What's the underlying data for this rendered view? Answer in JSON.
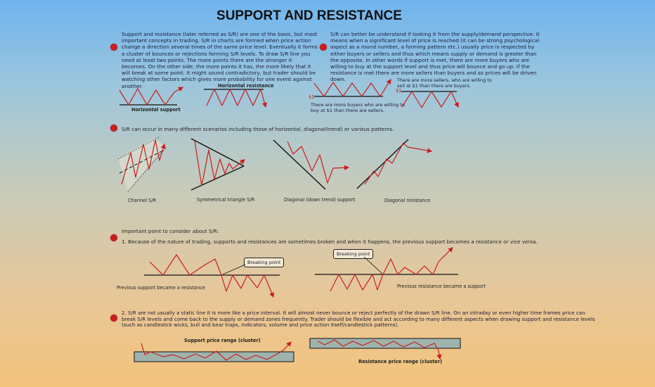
{
  "title": "SUPPORT AND RESISTANCE",
  "intro_left": "Support and resistance (later referred as S/R) are one of the basic, but most important concepts in trading. S/R in charts are formed when price action change a direction several times of the same price level. Eventually it forms a cluster of bounces or rejections forming S/R levels. To draw S/R line you need at least two points. The more points there are the stronger it becomes. On the other side, the more points it has, the more likely that it will break at some point. It might sound contradictory, but trader should be watching other factors which gives more probability for one event against another.",
  "intro_right": "S/R can better be understand if looking it from the supply/demand perspective. It means when a significant level of price is reached (it can be strong psychological aspect as a round number, a forming pattern etc.) usually price is respected by either buyers or sellers and thus which means supply or demand is greater than the opposite. In other words if support is met, there are more buyers who are willing to buy at the support level and thus price will bounce and go up. If the resistance is met there are more sellers than buyers and so prices will be driven down.",
  "labels": {
    "horizontal_support": "Horizontal support",
    "horizontal_resistance": "Horizontal resistance",
    "dollar1a": "$1",
    "dollar1b": "$1",
    "buyers_note": "There are more buyers who are willing to buy at $1 than there are sellers.",
    "sellers_note": "There are more sellers, who are willing to sell at $1 than there are buyers.",
    "scenarios": "S/R can occur in many different scenarios including those of horizontal, diagonal(trend) or various patterns.",
    "channel": "Channel S/R",
    "triangle": "Symmetrical triangle S/R",
    "diag_support": "Diagonal (down trend) support",
    "diag_resistance": "Diagonal resistance",
    "important": "Important point to consider about S/R:",
    "point1": "1. Because of the nature of trading, supports and resistances are sometimes broken and when it happens, the previous support becomes a resistance or vice versa.",
    "breaking_point_a": "Breaking point",
    "breaking_point_b": "Breaking point",
    "prev_support": "Previous support became a resistance",
    "prev_resistance": "Previous resistance became a support",
    "point2": "2. S/R are not usually a static line it is more like a price interval. It will almost never bounce or reject perfectly of the drawn S/R line. On an intraday or even higher time frames price can break S/R levels and come back to the supply or demand zones frequently. Trader should be flexible and act according to many different aspects when drawing support and resistance levels (such as candlestick wicks, bull and bear traps, indicators, volume and price action itself/candlestick patterns).",
    "support_range": "Support price range (cluster)",
    "resistance_range": "Resistance price range (cluster)"
  },
  "colors": {
    "accent": "#c81e1e",
    "zone": "#9fb3ad",
    "line": "#111111"
  }
}
